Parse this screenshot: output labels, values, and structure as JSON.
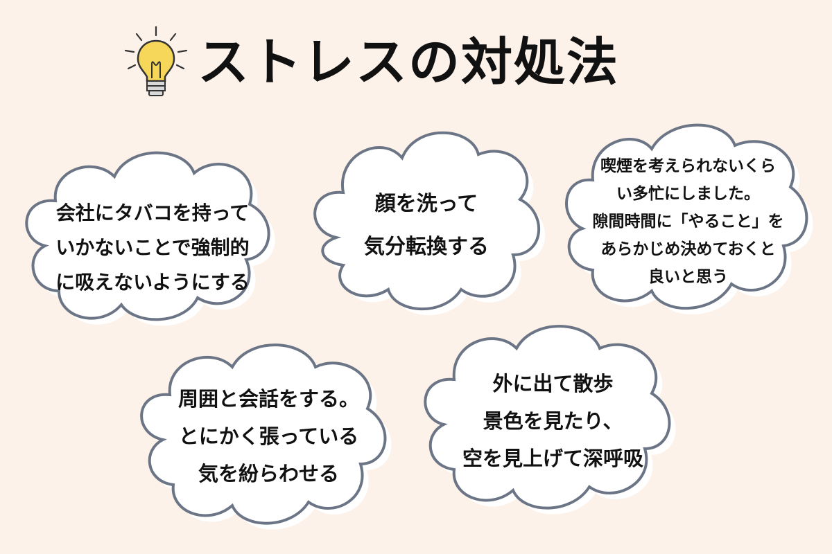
{
  "title": "ストレスの対処法",
  "icons": {
    "header": "lightbulb-icon"
  },
  "colors": {
    "background": "#fdf2e9",
    "cloud_fill": "#ffffff",
    "cloud_stroke": "#6b7585",
    "cloud_shadow": "#ffffff",
    "text": "#111111",
    "bulb": "#f7d75a"
  },
  "clouds": [
    {
      "lines": [
        "会社にタバコを持って",
        "いかないことで強制的",
        "に吸えないようにする"
      ]
    },
    {
      "lines": [
        "顔を洗って",
        "気分転換する"
      ]
    },
    {
      "lines": [
        "喫煙を考えられないくら",
        "い多忙にしました。",
        "隙間時間に「やること」を",
        "あらかじめ決めておくと",
        "良いと思う"
      ]
    },
    {
      "lines": [
        "周囲と会話をする。",
        "とにかく張っている",
        "気を紛らわせる"
      ]
    },
    {
      "lines": [
        "外に出て散歩",
        "景色を見たり、",
        "空を見上げて深呼吸"
      ]
    }
  ]
}
